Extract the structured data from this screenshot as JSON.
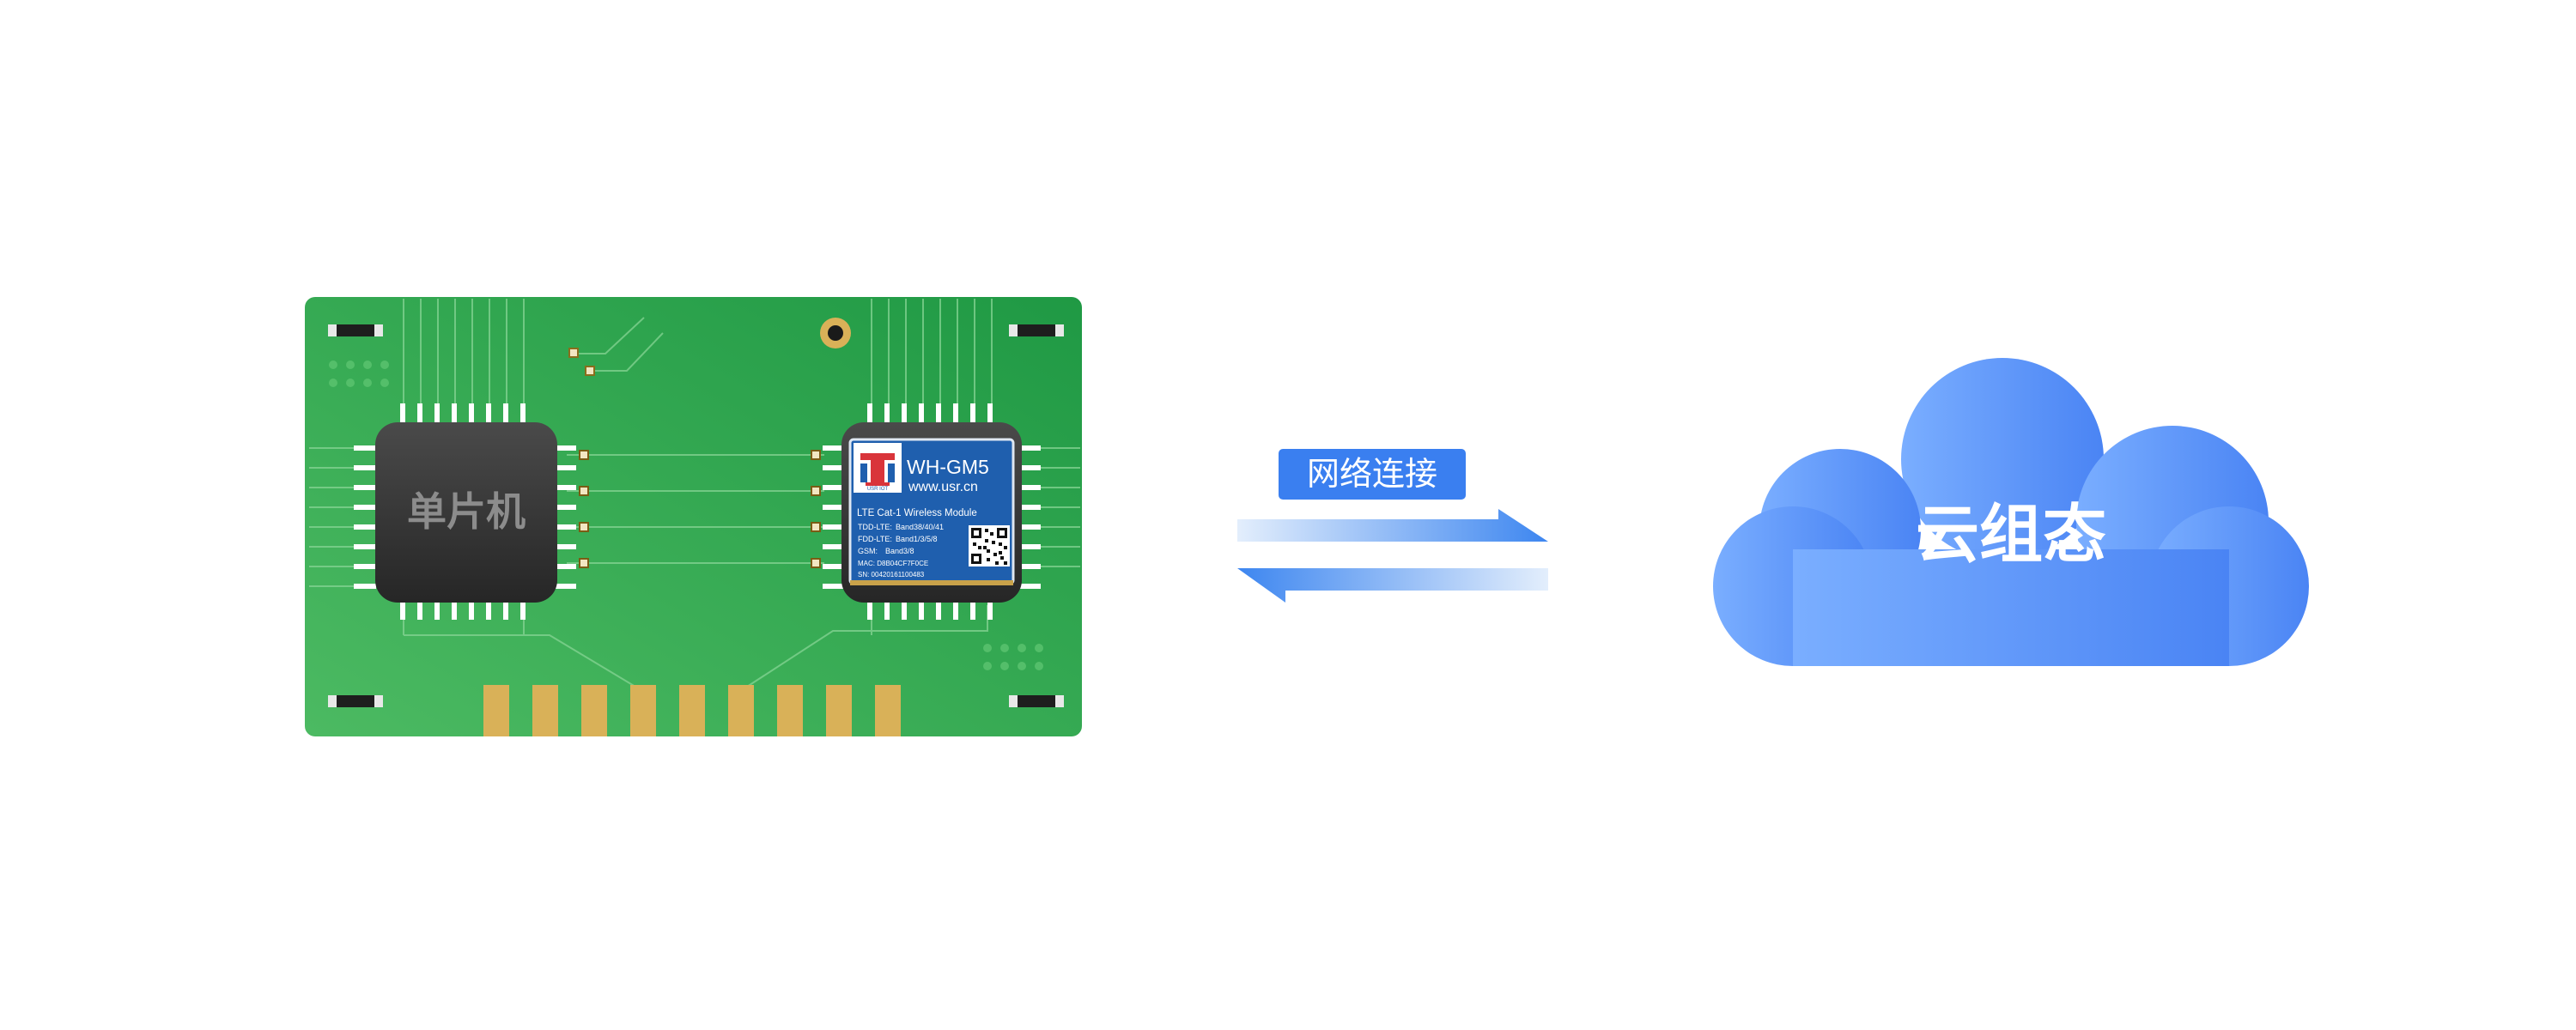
{
  "mcu": {
    "label": "单片机"
  },
  "module": {
    "brand": "USR IOT",
    "model": "WH-GM5",
    "website": "www.usr.cn",
    "product": "LTE Cat-1 Wireless Module",
    "bands": [
      {
        "name": "TDD-LTE:",
        "value": "Band38/40/41"
      },
      {
        "name": "FDD-LTE:",
        "value": "Band1/3/5/8"
      },
      {
        "name": "GSM:",
        "value": "Band3/8"
      }
    ],
    "mac": "MAC: D8B04CF7F0CE",
    "sn": "SN: 00420161100483"
  },
  "link": {
    "label": "网络连接"
  },
  "cloud": {
    "label": "云组态"
  },
  "colors": {
    "pcb_light": "#4cba62",
    "pcb_dark": "#1f9944",
    "gold": "#d9b158",
    "chip": "#333333",
    "module_blue": "#1f5fae",
    "arrow_blue": "#3d86f0",
    "cloud_light": "#76aaff",
    "cloud_dark": "#4a85f5",
    "badge_blue": "#3a7ff0"
  }
}
